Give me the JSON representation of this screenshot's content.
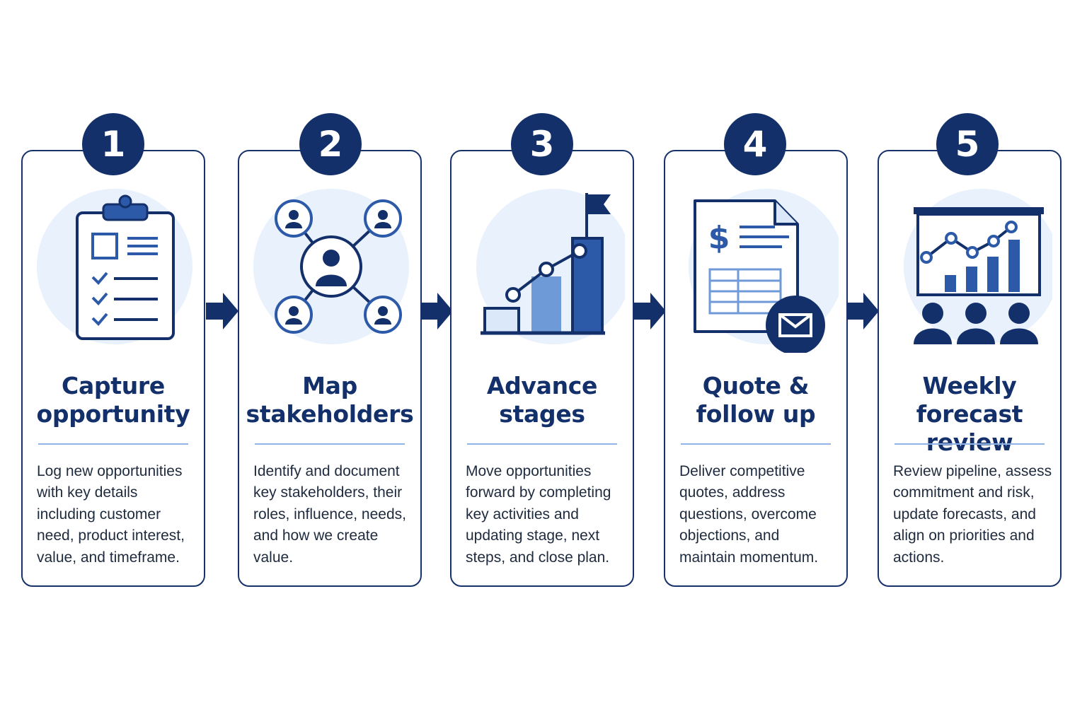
{
  "steps": [
    {
      "number": "1",
      "title_line1": "Capture",
      "title_line2": "opportunity",
      "icon": "clipboard-checklist-icon",
      "description": "Log new opportunities with key details including customer need, product interest, value, and timeframe."
    },
    {
      "number": "2",
      "title_line1": "Map",
      "title_line2": "stakeholders",
      "icon": "stakeholder-network-icon",
      "description": "Identify and document key stakeholders, their roles, influence, needs, and how we create value."
    },
    {
      "number": "3",
      "title_line1": "Advance",
      "title_line2": "stages",
      "icon": "rising-bars-flag-icon",
      "description": "Move opportunities forward by completing key activities and updating stage, next steps, and close plan."
    },
    {
      "number": "4",
      "title_line1": "Quote &",
      "title_line2": "follow up",
      "icon": "quote-document-email-icon",
      "description": "Deliver competitive quotes, address questions, overcome objections, and maintain momentum."
    },
    {
      "number": "5",
      "title_line1": "Weekly",
      "title_line2": "forecast review",
      "icon": "forecast-presentation-icon",
      "description": "Review pipeline, assess commitment and risk, update forecasts, and align on priorities and actions."
    }
  ],
  "colors": {
    "navy": "#13306a",
    "blue": "#2c5aa8",
    "light_blue": "#6f9ad8",
    "pale_circle": "#e8f1fc",
    "divider": "#8fb3e6"
  }
}
